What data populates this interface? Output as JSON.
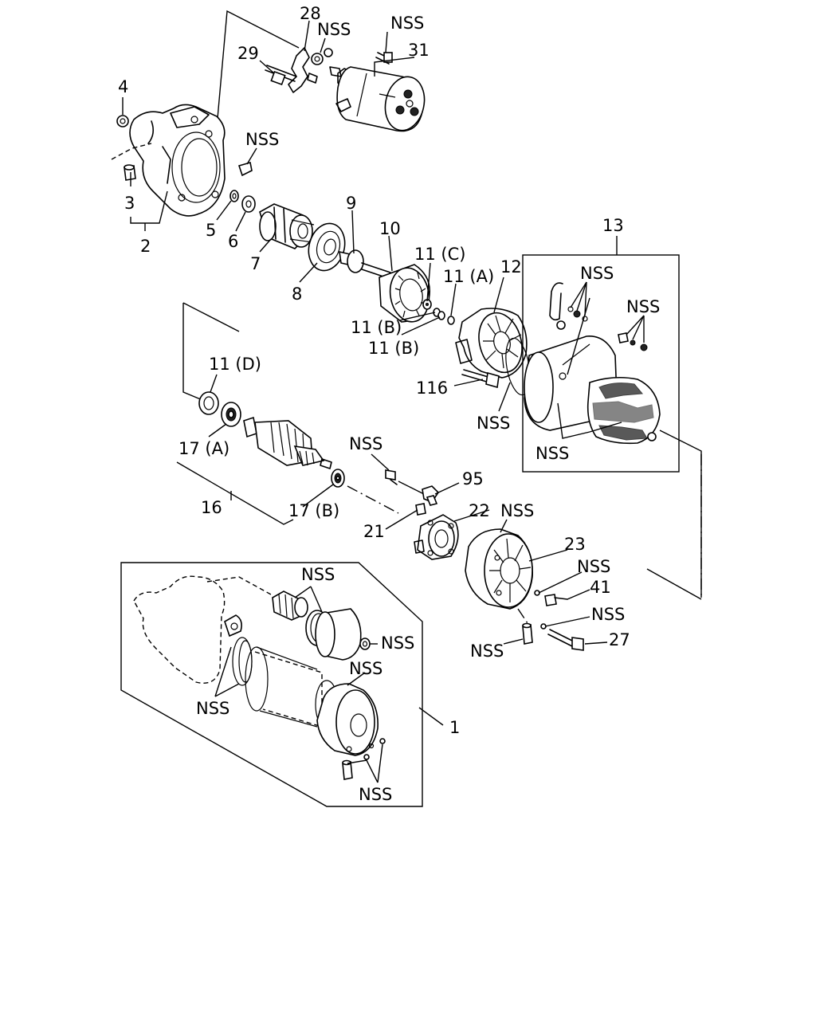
{
  "labels": {
    "p1": "1",
    "p2": "2",
    "p3": "3",
    "p4": "4",
    "p5": "5",
    "p6": "6",
    "p7": "7",
    "p8": "8",
    "p9": "9",
    "p10": "10",
    "p11a": "11 (A)",
    "p11b1": "11 (B)",
    "p11b2": "11 (B)",
    "p11c": "11 (C)",
    "p11d": "11 (D)",
    "p12": "12",
    "p13": "13",
    "p16": "16",
    "p17a": "17 (A)",
    "p17b": "17 (B)",
    "p21": "21",
    "p22": "22",
    "p23": "23",
    "p27": "27",
    "p28": "28",
    "p29": "29",
    "p31": "31",
    "p41": "41",
    "p95": "95",
    "p116": "116",
    "nss": "NSS"
  }
}
